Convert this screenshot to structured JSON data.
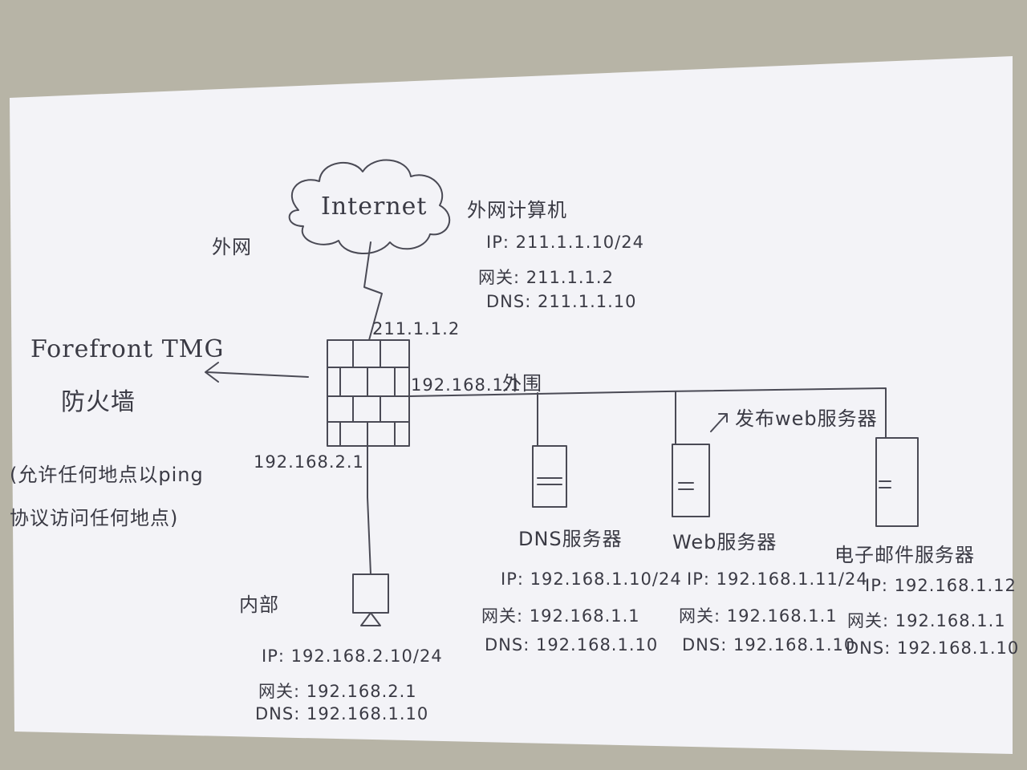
{
  "internet": {
    "label": "Internet"
  },
  "outside_zone_label": "外网",
  "external_pc": {
    "title": "外网计算机",
    "ip": "IP: 211.1.1.10/24",
    "gateway": "网关: 211.1.1.2",
    "dns": "DNS: 211.1.1.10"
  },
  "firewall": {
    "name": "Forefront TMG",
    "subtitle": "防火墙",
    "note_line1": "(允许任何地点以ping",
    "note_line2": "协议访问任何地点)",
    "external_ip": "211.1.1.2",
    "perimeter_ip": "192.168.1.1",
    "internal_ip": "192.168.2.1"
  },
  "perimeter_label": "外围",
  "publish_label": "发布web服务器",
  "internal": {
    "title": "内部",
    "ip": "IP: 192.168.2.10/24",
    "gateway": "网关: 192.168.2.1",
    "dns": "DNS: 192.168.1.10"
  },
  "servers": [
    {
      "title": "DNS服务器",
      "ip": "IP: 192.168.1.10/24",
      "gateway": "网关: 192.168.1.1",
      "dns": "DNS: 192.168.1.10"
    },
    {
      "title": "Web服务器",
      "ip": "IP: 192.168.1.11/24",
      "gateway": "网关: 192.168.1.1",
      "dns": "DNS: 192.168.1.10"
    },
    {
      "title": "电子邮件服务器",
      "ip": "IP: 192.168.1.12",
      "gateway": "网关: 192.168.1.1",
      "dns": "DNS: 192.168.1.10"
    }
  ]
}
